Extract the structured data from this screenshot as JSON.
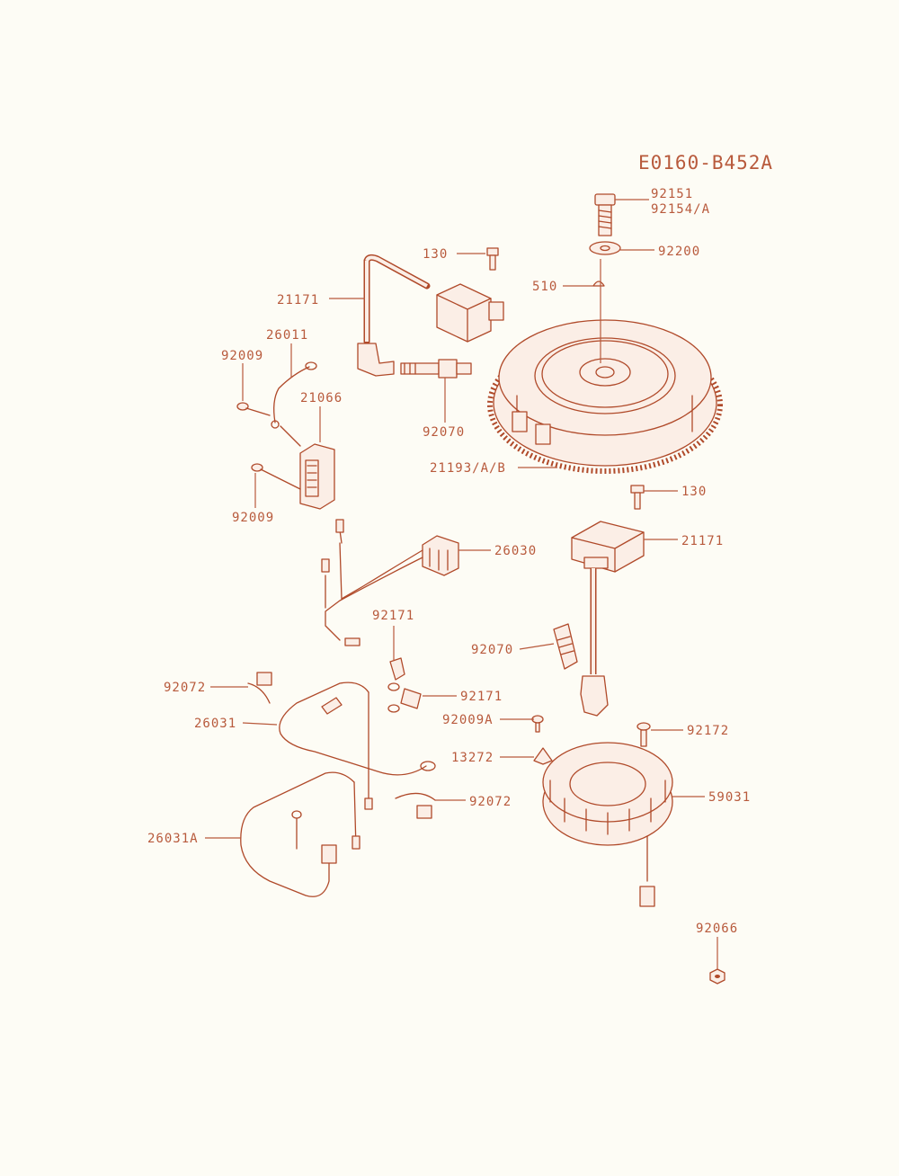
{
  "diagram_code": "E0160-B452A",
  "colors": {
    "line": "#b04a2a",
    "label": "#b85a3c",
    "background": "#fdfcf5"
  },
  "labels": [
    {
      "id": "l-92151",
      "text": "92151"
    },
    {
      "id": "l-92154a",
      "text": "92154/A"
    },
    {
      "id": "l-92200",
      "text": "92200"
    },
    {
      "id": "l-130-top",
      "text": "130"
    },
    {
      "id": "l-510",
      "text": "510"
    },
    {
      "id": "l-21171-top",
      "text": "21171"
    },
    {
      "id": "l-26011",
      "text": "26011"
    },
    {
      "id": "l-92009-top",
      "text": "92009"
    },
    {
      "id": "l-21066",
      "text": "21066"
    },
    {
      "id": "l-92070-top",
      "text": "92070"
    },
    {
      "id": "l-21193",
      "text": "21193/A/B"
    },
    {
      "id": "l-92009-bot",
      "text": "92009"
    },
    {
      "id": "l-130-mid",
      "text": "130"
    },
    {
      "id": "l-21171-mid",
      "text": "21171"
    },
    {
      "id": "l-26030",
      "text": "26030"
    },
    {
      "id": "l-92171-a",
      "text": "92171"
    },
    {
      "id": "l-92070-mid",
      "text": "92070"
    },
    {
      "id": "l-92072-a",
      "text": "92072"
    },
    {
      "id": "l-92171-b",
      "text": "92171"
    },
    {
      "id": "l-26031",
      "text": "26031"
    },
    {
      "id": "l-92009a",
      "text": "92009A"
    },
    {
      "id": "l-92172",
      "text": "92172"
    },
    {
      "id": "l-13272",
      "text": "13272"
    },
    {
      "id": "l-59031",
      "text": "59031"
    },
    {
      "id": "l-92072-b",
      "text": "92072"
    },
    {
      "id": "l-26031a",
      "text": "26031A"
    },
    {
      "id": "l-92066",
      "text": "92066"
    }
  ]
}
